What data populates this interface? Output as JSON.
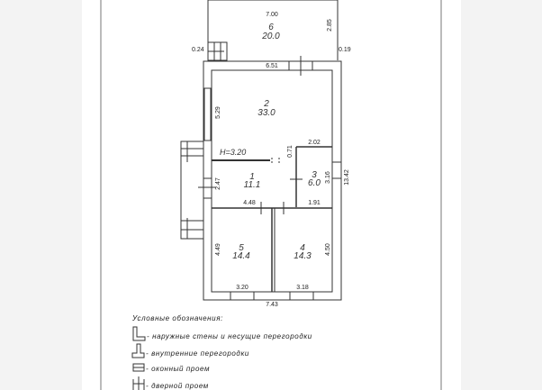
{
  "plan": {
    "rooms": [
      {
        "number": "6",
        "area": "20.0"
      },
      {
        "number": "2",
        "area": "33.0"
      },
      {
        "number": "1",
        "area": "11.1"
      },
      {
        "number": "3",
        "area": "6.0"
      },
      {
        "number": "5",
        "area": "14.4"
      },
      {
        "number": "4",
        "area": "14.3"
      }
    ],
    "dimensions": {
      "terrace_width": "7.00",
      "terrace_depth": "2.85",
      "left_offset": "0.24",
      "right_offset": "0.19",
      "room2_width": "6.51",
      "room2_depth": "5.29",
      "ceiling_height": "H=3.20",
      "step": "0.71",
      "room3_top": "2.02",
      "room1_depth": "2.47",
      "room3_depth": "3.16",
      "total_depth": "13.42",
      "room1_width": "4.48",
      "room3_width": "1.91",
      "room5_depth": "4.49",
      "room4_depth": "4.50",
      "room5_width": "3.20",
      "room4_width": "3.18",
      "total_width": "7.43"
    }
  },
  "legend": {
    "title": "Условные обозначения:",
    "items": [
      "- наружные стены и несущие перегородки",
      "- внутренние перегородки",
      "- оконный проем",
      "- дверной проем"
    ]
  }
}
